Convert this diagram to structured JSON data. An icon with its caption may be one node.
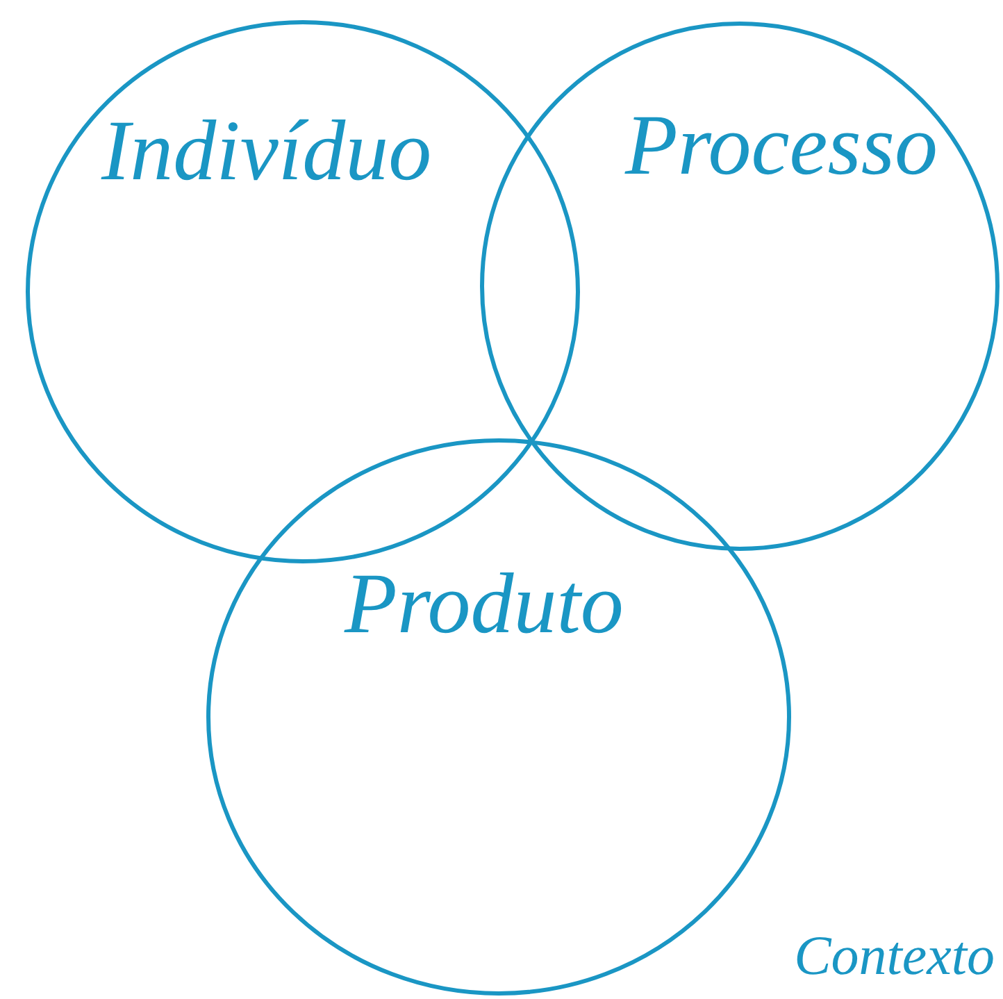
{
  "diagram": {
    "nodes": [
      {
        "text": [
          "Indivíduo"
        ]
      },
      {
        "text": [
          "Processo"
        ]
      },
      {
        "text": [
          "Produto"
        ]
      }
    ],
    "labels": [
      "Contexto"
    ]
  }
}
